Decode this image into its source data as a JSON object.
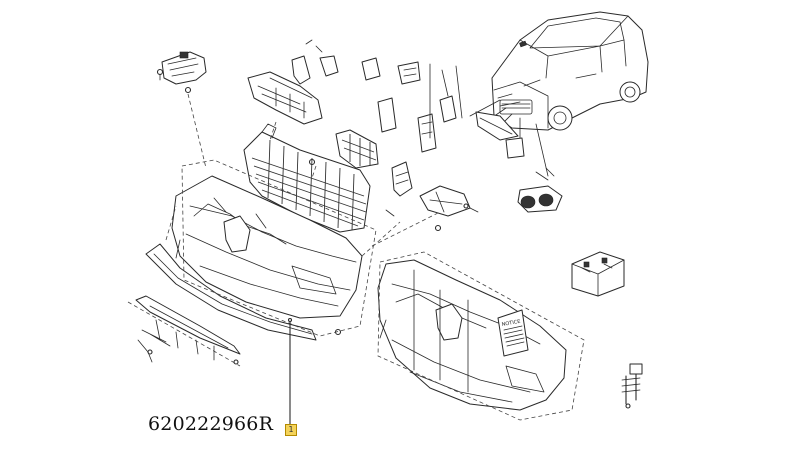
{
  "diagram": {
    "part_number": "620222966R",
    "callout": "1",
    "notice_label": "NOTICE",
    "colors": {
      "line": "#2a2a2a",
      "callout_fill": "#f4d35a",
      "callout_border": "#b48a00"
    }
  }
}
